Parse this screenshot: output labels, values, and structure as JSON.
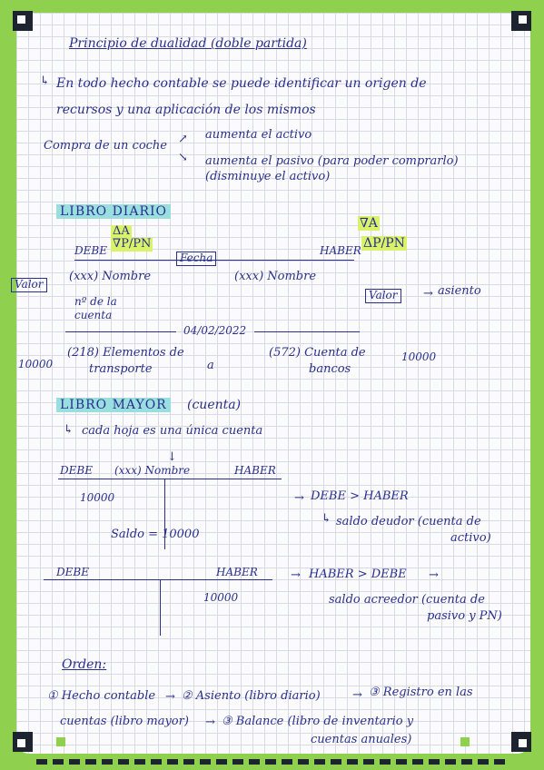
{
  "title": "Principio de dualidad (doble partida)",
  "intro": [
    "En todo hecho contable se puede identificar un origen de",
    "recursos y una aplicación de los mismos"
  ],
  "example": {
    "label": "Compra de un coche",
    "effect1": "aumenta el activo",
    "effect2a": "aumenta el pasivo (para poder comprarlo)",
    "effect2b": "(disminuye el activo)"
  },
  "libro_diario": {
    "heading": "LIBRO DIARIO",
    "left_notes": [
      "ΔA",
      "∇P/PN"
    ],
    "right_notes": [
      "∇A",
      "ΔP/PN"
    ],
    "debe": "DEBE",
    "fecha": "Fecha",
    "haber": "HABER",
    "left_account": "(xxx) Nombre",
    "right_account": "(xxx) Nombre",
    "valor_left": "Valor",
    "valor_right": "Valor",
    "asiento_note": "asiento",
    "num_cuenta": [
      "nº de la",
      "cuenta"
    ],
    "date": "04/02/2022",
    "amount_left": "10000",
    "entry_left": [
      "(218) Elementos de",
      "transporte"
    ],
    "connector": "a",
    "entry_right": [
      "(572) Cuenta de",
      "bancos"
    ],
    "amount_right": "10000"
  },
  "libro_mayor": {
    "heading": "LIBRO MAYOR",
    "heading_suffix": "(cuenta)",
    "desc": "cada hoja es una única cuenta",
    "t1": {
      "debe": "DEBE",
      "name": "(xxx) Nombre",
      "haber": "HABER",
      "amount": "10000",
      "saldo": "Saldo = 10000",
      "rule": "DEBE > HABER",
      "result_a": "saldo deudor (cuenta de",
      "result_b": "activo)"
    },
    "t2": {
      "debe": "DEBE",
      "haber": "HABER",
      "amount": "10000",
      "rule": "HABER > DEBE",
      "result_a": "saldo acreedor (cuenta de",
      "result_b": "pasivo y PN)"
    }
  },
  "orden": {
    "heading": "Orden:",
    "line1": [
      "① Hecho contable",
      "② Asiento (libro diario)",
      "③ Registro en las"
    ],
    "line2": [
      "cuentas (libro mayor)",
      "③ Balance (libro de inventario y"
    ],
    "line3": "cuentas anuales)"
  }
}
